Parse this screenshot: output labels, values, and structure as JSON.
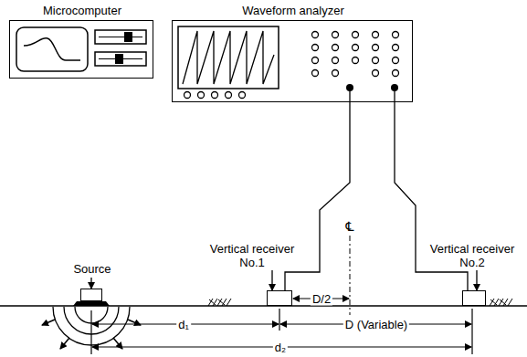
{
  "diagram": {
    "nodes": [
      {
        "text": [
          "Microcomputer"
        ]
      },
      {
        "text": [
          "Waveform analyzer"
        ]
      },
      {
        "text": [
          "Source"
        ]
      },
      {
        "text": [
          "Vertical receiver No.1"
        ]
      },
      {
        "text": [
          "Vertical receiver No.2"
        ]
      }
    ],
    "edges": [
      {
        "from": 1,
        "to": 3,
        "arrow": "none"
      },
      {
        "from": 1,
        "to": 4,
        "arrow": "none"
      }
    ],
    "labels": [
      "℄",
      "D/2",
      "d₁",
      "D (Variable)",
      "d₂"
    ]
  }
}
